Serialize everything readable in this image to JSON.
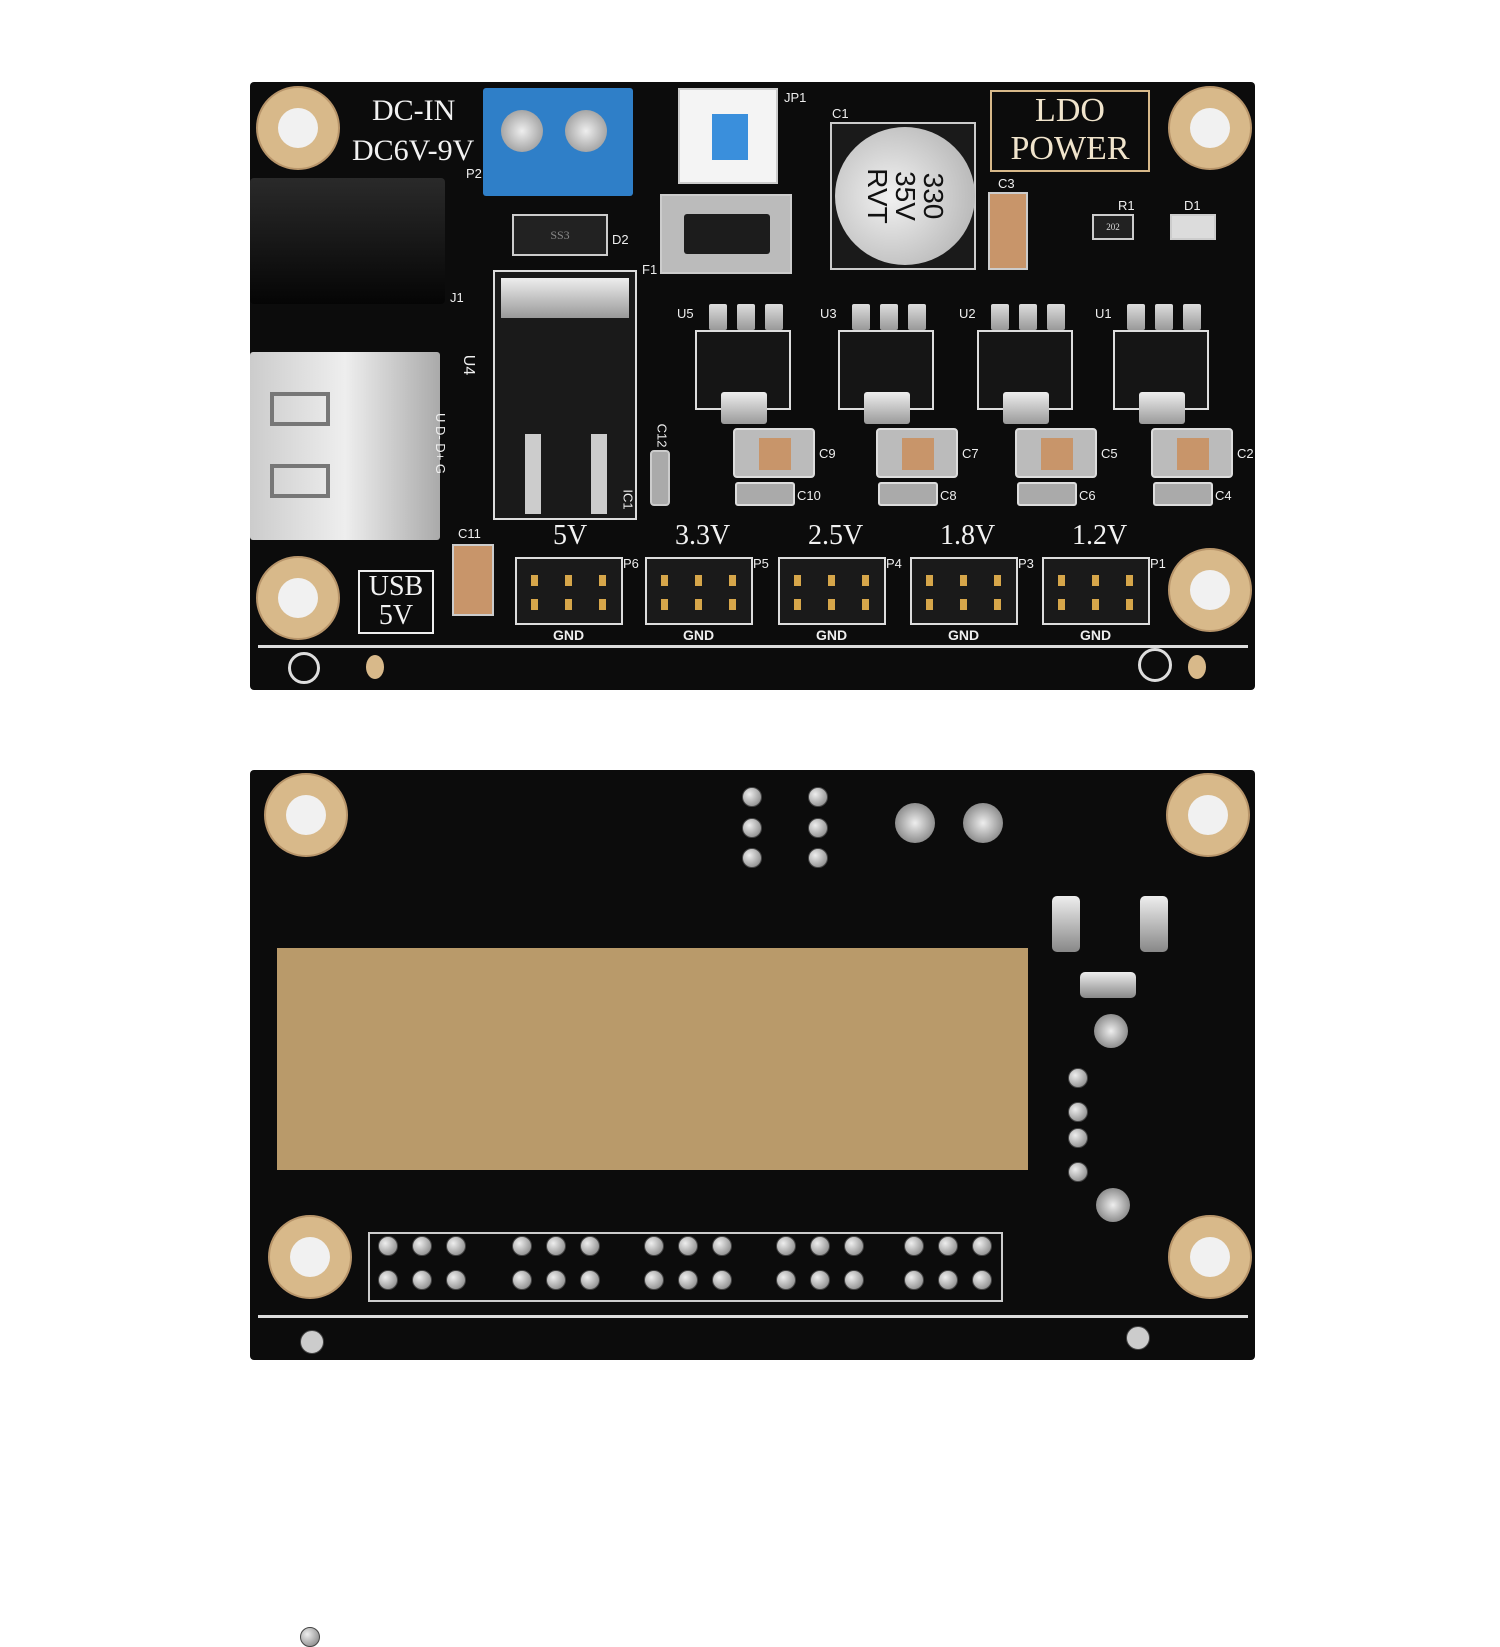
{
  "top_board": {
    "dc_in": "DC-IN",
    "dc_range": "DC6V-9V",
    "ldo_line1": "LDO",
    "ldo_line2": "POWER",
    "usb_line1": "USB",
    "usb_line2": "5V",
    "p2": "P2",
    "jp1": "JP1",
    "c1": "C1",
    "cap_text": [
      "330",
      "35V",
      "RVT"
    ],
    "c3": "C3",
    "r1": "R1",
    "r1_value": "202",
    "d1": "D1",
    "d2": "D2",
    "diode_text": "SS3",
    "f1": "F1",
    "j1": "J1",
    "u4": "U4",
    "usb_pins": "U D- D+ G",
    "c12": "C12",
    "ic1": "IC1",
    "c11": "C11",
    "regulators": [
      {
        "ref": "U5",
        "cap": "C9",
        "capsm": "C10"
      },
      {
        "ref": "U3",
        "cap": "C7",
        "capsm": "C8"
      },
      {
        "ref": "U2",
        "cap": "C5",
        "capsm": "C6"
      },
      {
        "ref": "U1",
        "cap": "C2",
        "capsm": "C4"
      }
    ],
    "outputs": [
      {
        "voltage": "5V",
        "ref": "P6",
        "gnd": "GND"
      },
      {
        "voltage": "3.3V",
        "ref": "P5",
        "gnd": "GND"
      },
      {
        "voltage": "2.5V",
        "ref": "P4",
        "gnd": "GND"
      },
      {
        "voltage": "1.8V",
        "ref": "P3",
        "gnd": "GND"
      },
      {
        "voltage": "1.2V",
        "ref": "P1",
        "gnd": "GND"
      }
    ]
  },
  "colors": {
    "pcb": "#0c0c0c",
    "gold": "#d8b98a",
    "terminal": "#2f7fc8",
    "pad": "#b99a6a"
  }
}
